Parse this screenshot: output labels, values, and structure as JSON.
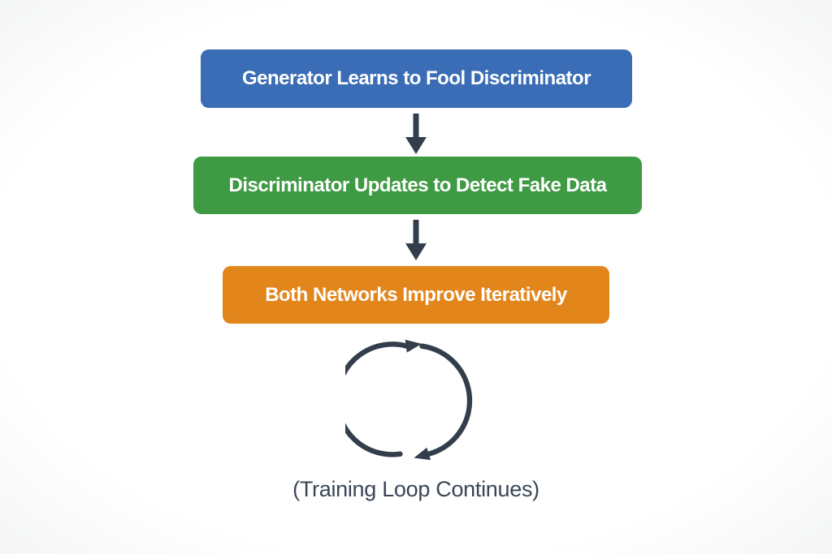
{
  "diagram": {
    "steps": [
      {
        "label": "Generator Learns to Fool Discriminator",
        "color": "#3a6db5"
      },
      {
        "label": "Discriminator Updates to Detect Fake Data",
        "color": "#3f9a44"
      },
      {
        "label": "Both Networks Improve Iteratively",
        "color": "#e2861c"
      }
    ],
    "caption": "(Training Loop Continues)",
    "colors": {
      "arrow": "#333e4d",
      "caption_text": "#394655",
      "background": "#ffffff"
    }
  }
}
